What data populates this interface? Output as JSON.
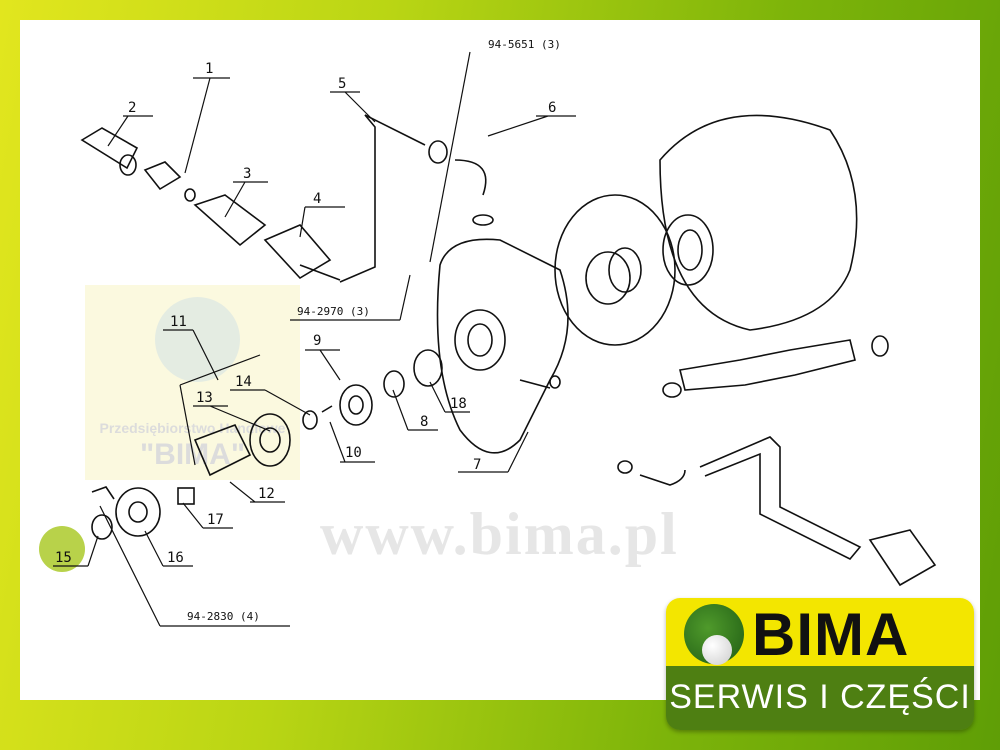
{
  "diagram": {
    "part_numbers": [
      "1",
      "2",
      "3",
      "4",
      "5",
      "6",
      "7",
      "8",
      "9",
      "10",
      "11",
      "12",
      "13",
      "14",
      "15",
      "16",
      "17",
      "18"
    ],
    "codes": {
      "c1": "94-5651 (3)",
      "c2": "94-2970 (3)",
      "c3": "94-2830 (4)"
    },
    "highlighted_part": "15"
  },
  "watermark": {
    "line1": "Przedsiębiorstwo Handlowe",
    "line2": "\"BIMA\"",
    "url": "www.bima.pl"
  },
  "logo": {
    "name": "BIMA",
    "tagline": "SERWIS I CZĘŚCI"
  },
  "colors": {
    "frame_yellow": "#e2e61e",
    "frame_green": "#5f9e06",
    "logo_yellow": "#f3e600",
    "logo_green": "#4e7f12",
    "highlight": "#b8d24a"
  }
}
